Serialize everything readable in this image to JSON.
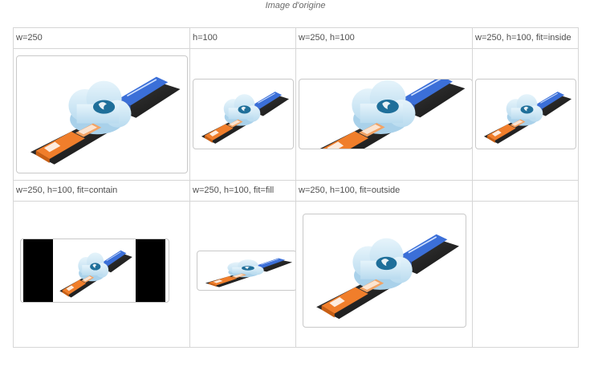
{
  "caption": "Image d'origine",
  "cells": [
    {
      "label": "w=250",
      "image": "cloud-file-transfer-illustration"
    },
    {
      "label": "h=100",
      "image": "cloud-file-transfer-illustration"
    },
    {
      "label": "w=250, h=100",
      "image": "cloud-file-transfer-illustration"
    },
    {
      "label": "w=250, h=100, fit=inside",
      "image": "cloud-file-transfer-illustration"
    },
    {
      "label": "w=250, h=100, fit=contain",
      "image": "cloud-file-transfer-illustration"
    },
    {
      "label": "w=250, h=100, fit=fill",
      "image": "cloud-file-transfer-illustration"
    },
    {
      "label": "w=250, h=100, fit=outside",
      "image": "cloud-file-transfer-illustration"
    },
    {
      "label": "",
      "image": ""
    }
  ],
  "colors": {
    "orange": "#f07e2b",
    "blue": "#3b6fd8",
    "cloud": "#cfe8f6",
    "belt": "#2a2a2a",
    "letterbox": "#000000"
  }
}
